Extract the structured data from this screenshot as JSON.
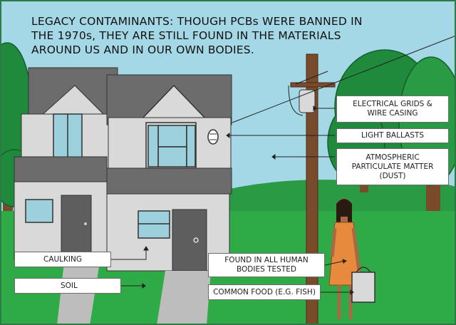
{
  "title": {
    "lines": [
      "LEGACY CONTAMINANTS: THOUGH PCBs WERE BANNED IN",
      "THE 1970s, THEY ARE STILL FOUND IN THE MATERIALS",
      "AROUND US AND IN OUR OWN BODIES."
    ]
  },
  "labels": {
    "electrical": [
      "ELECTRICAL GRIDS &",
      "WIRE CASING"
    ],
    "ballasts": "LIGHT BALLASTS",
    "dust": [
      "ATMOSPHERIC",
      "PARTICULATE MATTER",
      "(DUST)"
    ],
    "caulking": "CAULKING",
    "soil": "SOIL",
    "bodies": [
      "FOUND IN ALL HUMAN",
      "BODIES TESTED"
    ],
    "food": "COMMON FOOD (E.G. FISH)"
  },
  "colors": {
    "sky": "#a5d8e6",
    "grass": "#2eaa47",
    "tree_dark": "#1f8a3c",
    "roof": "#6c6c6c",
    "wall": "#d9d9d9",
    "window": "#9bd0dc",
    "dress": "#e88a3e",
    "pole": "#7a4a2c",
    "border": "#2d7a45"
  }
}
